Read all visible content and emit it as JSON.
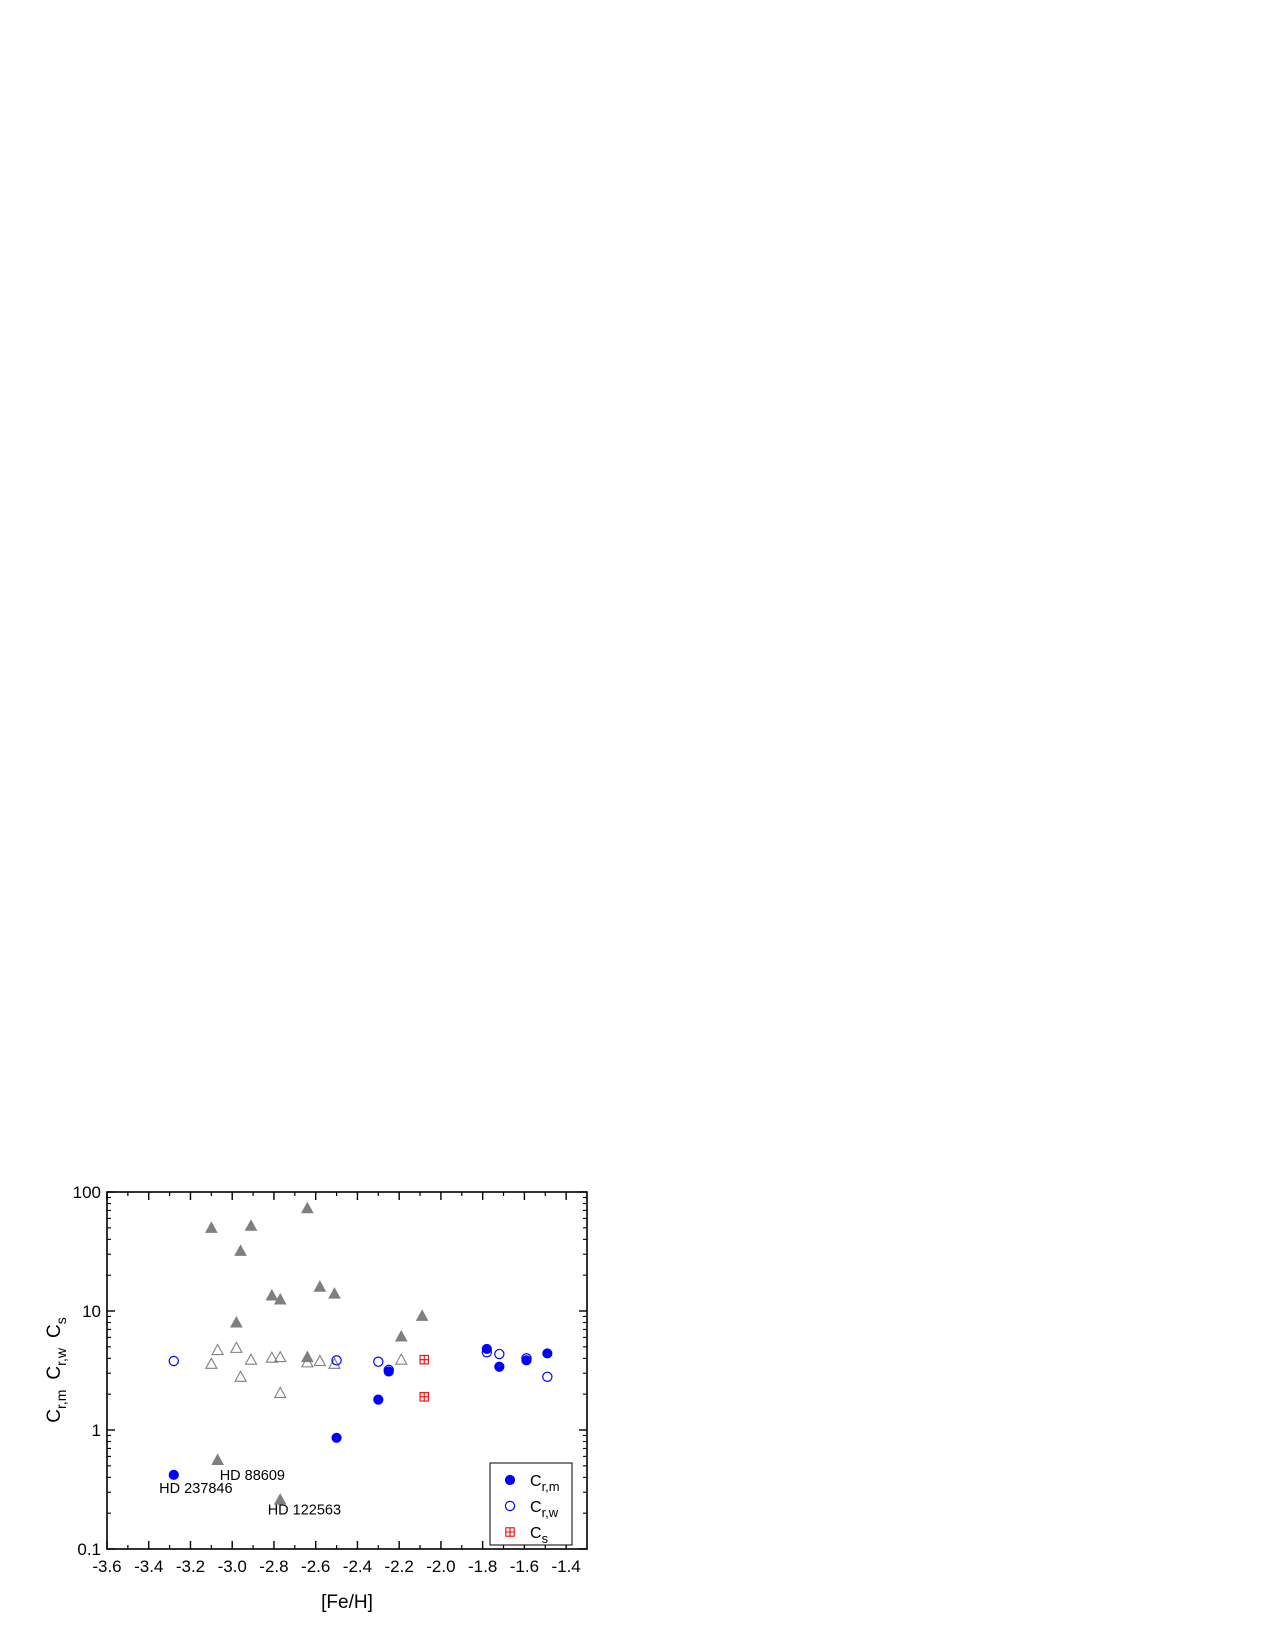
{
  "chart_data": {
    "type": "scatter",
    "xlabel": "[Fe/H]",
    "ylabel_parts": [
      "C",
      "r,m",
      "C",
      "r,w",
      "C",
      "s"
    ],
    "xlim": [
      -3.6,
      -1.3
    ],
    "ylim": [
      0.1,
      100
    ],
    "y_scale": "log",
    "x_ticks": [
      -3.6,
      -3.4,
      -3.2,
      -3.0,
      -2.8,
      -2.6,
      -2.4,
      -2.2,
      -2.0,
      -1.8,
      -1.6,
      -1.4
    ],
    "x_tick_labels": [
      "-3.6",
      "-3.4",
      "-3.2",
      "-3.0",
      "-2.8",
      "-2.6",
      "-2.4",
      "-2.2",
      "-2.0",
      "-1.8",
      "-1.6",
      "-1.4"
    ],
    "y_ticks": [
      0.1,
      1,
      10,
      100
    ],
    "y_tick_labels": [
      "0.1",
      "1",
      "10",
      "100"
    ],
    "legend": {
      "placement": "bottom-right",
      "entries": [
        {
          "main": "C",
          "sub": "r,m",
          "marker": "filled-circle",
          "color": "#0000ff"
        },
        {
          "main": "C",
          "sub": "r,w",
          "marker": "open-circle",
          "color": "#0000ff"
        },
        {
          "main": "C",
          "sub": "s",
          "marker": "boxed-plus",
          "color": "#ff0000"
        }
      ]
    },
    "series": [
      {
        "name": "Cr,m",
        "marker": "filled-circle",
        "color": "#0000ff",
        "points": [
          {
            "x": -3.28,
            "y": 0.42
          },
          {
            "x": -2.5,
            "y": 0.86
          },
          {
            "x": -2.3,
            "y": 1.8
          },
          {
            "x": -2.25,
            "y": 3.1
          },
          {
            "x": -1.78,
            "y": 4.8
          },
          {
            "x": -1.72,
            "y": 3.4
          },
          {
            "x": -1.59,
            "y": 3.85
          },
          {
            "x": -1.49,
            "y": 4.4
          }
        ]
      },
      {
        "name": "Cr,w",
        "marker": "open-circle",
        "color": "#0000ff",
        "points": [
          {
            "x": -3.28,
            "y": 3.8
          },
          {
            "x": -2.5,
            "y": 3.85
          },
          {
            "x": -2.3,
            "y": 3.75
          },
          {
            "x": -2.25,
            "y": 3.2
          },
          {
            "x": -1.78,
            "y": 4.5
          },
          {
            "x": -1.72,
            "y": 4.35
          },
          {
            "x": -1.59,
            "y": 4.0
          },
          {
            "x": -1.49,
            "y": 2.8
          }
        ]
      },
      {
        "name": "Cs",
        "marker": "boxed-plus",
        "color": "#ff0000",
        "points": [
          {
            "x": -2.08,
            "y": 3.9
          },
          {
            "x": -2.08,
            "y": 1.9
          }
        ]
      },
      {
        "marker": "filled-triangle",
        "color": "#7f7f7f",
        "points": [
          {
            "x": -3.1,
            "y": 50
          },
          {
            "x": -2.96,
            "y": 32
          },
          {
            "x": -2.91,
            "y": 52
          },
          {
            "x": -2.98,
            "y": 8
          },
          {
            "x": -2.81,
            "y": 13.5
          },
          {
            "x": -2.77,
            "y": 12.5
          },
          {
            "x": -2.64,
            "y": 73
          },
          {
            "x": -2.58,
            "y": 16
          },
          {
            "x": -2.51,
            "y": 14
          },
          {
            "x": -2.19,
            "y": 6.1
          },
          {
            "x": -2.09,
            "y": 9.1
          },
          {
            "x": -3.07,
            "y": 0.56
          },
          {
            "x": -2.77,
            "y": 0.26
          },
          {
            "x": -2.64,
            "y": 4.1
          }
        ]
      },
      {
        "marker": "open-triangle",
        "color": "#7f7f7f",
        "points": [
          {
            "x": -3.1,
            "y": 3.6
          },
          {
            "x": -3.07,
            "y": 4.7
          },
          {
            "x": -2.98,
            "y": 4.9
          },
          {
            "x": -2.96,
            "y": 2.8
          },
          {
            "x": -2.91,
            "y": 3.9
          },
          {
            "x": -2.81,
            "y": 4.05
          },
          {
            "x": -2.77,
            "y": 4.1
          },
          {
            "x": -2.77,
            "y": 2.05
          },
          {
            "x": -2.64,
            "y": 3.7
          },
          {
            "x": -2.58,
            "y": 3.8
          },
          {
            "x": -2.51,
            "y": 3.6
          },
          {
            "x": -2.19,
            "y": 3.9
          }
        ]
      }
    ],
    "annotations": [
      {
        "text": "HD 88609",
        "x": -3.06,
        "y": 0.38
      },
      {
        "text": "HD 237846",
        "x": -3.35,
        "y": 0.295
      },
      {
        "text": "HD 122563",
        "x": -2.83,
        "y": 0.195
      }
    ]
  }
}
